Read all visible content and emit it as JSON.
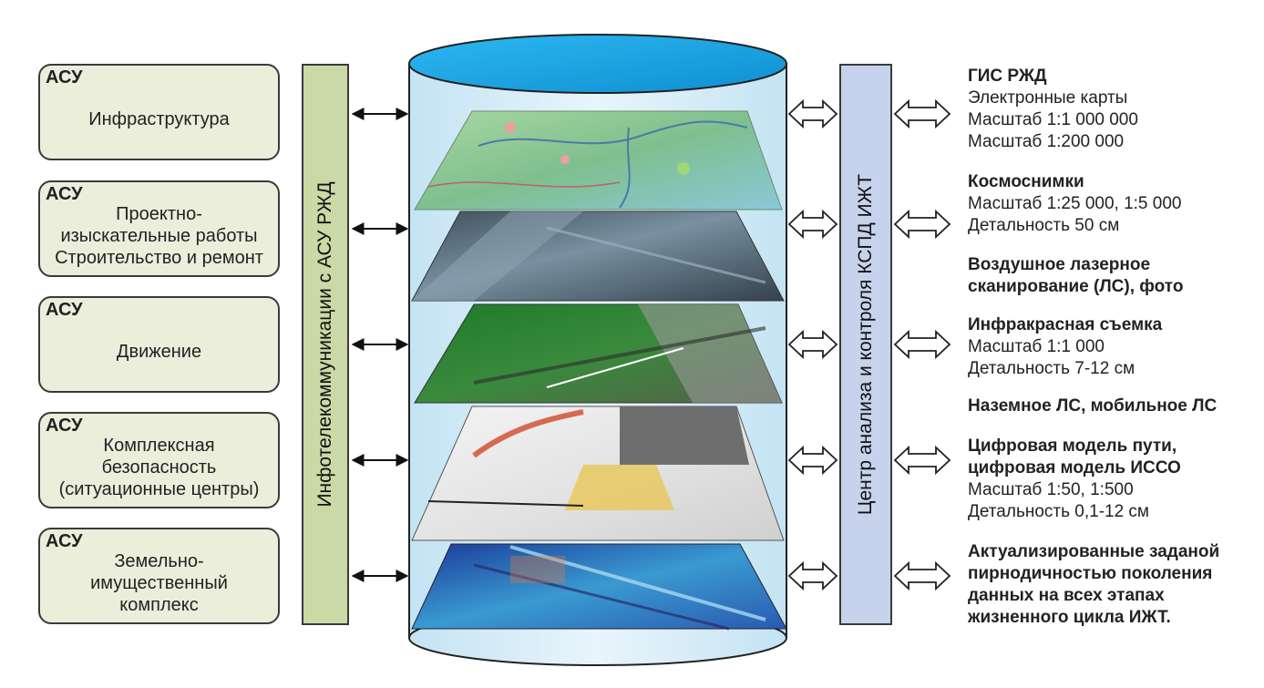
{
  "left_panel": {
    "boxes": [
      {
        "tag": "АСУ",
        "label": "Инфраструктура"
      },
      {
        "tag": "АСУ",
        "label": "Проектно-\nизыскательные работы\nСтроительство и ремонт"
      },
      {
        "tag": "АСУ",
        "label": "Движение"
      },
      {
        "tag": "АСУ",
        "label": "Комплексная\nбезопасность\n(ситуационные центры)"
      },
      {
        "tag": "АСУ",
        "label": "Земельно-\nимущественный\nкомплекс"
      }
    ],
    "bar_label": "Инфотелекоммуникации с АСУ РЖД"
  },
  "right_bar_label": "Центр анализа и контроля КСПД ИЖТ",
  "colors": {
    "cylinder_top": "#1aa7e8",
    "cylinder_body": "#d9eef8",
    "green_bar": "#cbd9a6",
    "blue_bar": "#c7d3ec",
    "asu_box": "#ebeedb"
  },
  "info": [
    {
      "heading": "ГИС РЖД",
      "lines": [
        "Электронные карты",
        "Масштаб 1:1 000 000",
        "Масштаб 1:200 000"
      ]
    },
    {
      "heading": "Космоснимки",
      "lines": [
        "Масштаб 1:25 000, 1:5 000",
        "Детальность 50 см"
      ]
    },
    {
      "heading": "Воздушное лазерное",
      "heading2": "сканирование (ЛС), фото",
      "lines": []
    },
    {
      "heading": "Инфракрасная съемка",
      "lines": [
        "Масштаб 1:1 000",
        "Детальность 7-12 см"
      ]
    },
    {
      "heading": "Наземное ЛС, мобильное ЛС",
      "lines": []
    },
    {
      "heading": "Цифровая модель пути,",
      "heading2": "цифровая модель ИССО",
      "lines": [
        "Масштаб 1:50, 1:500",
        "Детальность 0,1-12 см"
      ]
    },
    {
      "heading": "Актуализированные заданой",
      "heading2": "пирнодичностью поколения",
      "heading3": "данных на всех этапах",
      "heading4": "жизненного цикла ИЖТ.",
      "lines": []
    }
  ],
  "layers": [
    {
      "name": "map",
      "colors": [
        "#9fd0a8",
        "#7fbf8e",
        "#c8e0a0",
        "#5aa0c8"
      ]
    },
    {
      "name": "satellite",
      "colors": [
        "#4e6272",
        "#708898",
        "#3a4a56",
        "#8aa0ae"
      ]
    },
    {
      "name": "laser",
      "colors": [
        "#1f7a2c",
        "#3aa040",
        "#5a6a4a",
        "#9a9a9a"
      ]
    },
    {
      "name": "infrared",
      "colors": [
        "#f2f2f2",
        "#e8d080",
        "#c84a2a",
        "#7a7a7a"
      ]
    },
    {
      "name": "model",
      "colors": [
        "#1a4aa8",
        "#3aa0d0",
        "#7ac8e0",
        "#2a2a6a"
      ]
    }
  ]
}
